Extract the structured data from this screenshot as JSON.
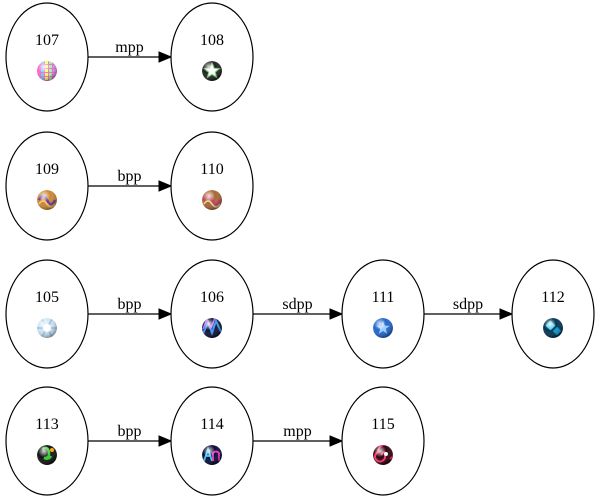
{
  "nodes": [
    {
      "id": "n107",
      "label": "107",
      "icon": "rainbow-grid-orb-icon",
      "colors": [
        "#ff66cc",
        "#66ccff",
        "#ffff66"
      ]
    },
    {
      "id": "n108",
      "label": "108",
      "icon": "starburst-orb-icon",
      "colors": [
        "#222222",
        "#ffffff",
        "#66cc66"
      ]
    },
    {
      "id": "n109",
      "label": "109",
      "icon": "golden-swirl-orb-icon",
      "colors": [
        "#cc8833",
        "#6633aa",
        "#ffcc66"
      ]
    },
    {
      "id": "n110",
      "label": "110",
      "icon": "marble-swirl-orb-icon",
      "colors": [
        "#aa6633",
        "#cc3366",
        "#eeddaa"
      ]
    },
    {
      "id": "n105",
      "label": "105",
      "icon": "pale-crystal-orb-icon",
      "colors": [
        "#cce6f5",
        "#ffffff",
        "#99bbdd"
      ]
    },
    {
      "id": "n106",
      "label": "106",
      "icon": "zigzag-orb-icon",
      "colors": [
        "#111133",
        "#3399ff",
        "#cc66ff"
      ]
    },
    {
      "id": "n111",
      "label": "111",
      "icon": "blue-star-orb-icon",
      "colors": [
        "#2266cc",
        "#99ccff",
        "#ffffff"
      ]
    },
    {
      "id": "n112",
      "label": "112",
      "icon": "cyan-tile-orb-icon",
      "colors": [
        "#003355",
        "#33ccee",
        "#0099cc"
      ]
    },
    {
      "id": "n113",
      "label": "113",
      "icon": "green-glyph-orb-icon",
      "colors": [
        "#111111",
        "#33cc33",
        "#ffaa00"
      ]
    },
    {
      "id": "n114",
      "label": "114",
      "icon": "neon-letters-orb-icon",
      "colors": [
        "#0a0a33",
        "#33ccff",
        "#ff33cc"
      ]
    },
    {
      "id": "n115",
      "label": "115",
      "icon": "red-spiral-orb-icon",
      "colors": [
        "#330011",
        "#ff3366",
        "#ffffff"
      ]
    }
  ],
  "edges": [
    {
      "from": "n107",
      "to": "n108",
      "label": "mpp"
    },
    {
      "from": "n109",
      "to": "n110",
      "label": "bpp"
    },
    {
      "from": "n105",
      "to": "n106",
      "label": "bpp"
    },
    {
      "from": "n106",
      "to": "n111",
      "label": "sdpp"
    },
    {
      "from": "n111",
      "to": "n112",
      "label": "sdpp"
    },
    {
      "from": "n113",
      "to": "n114",
      "label": "bpp"
    },
    {
      "from": "n114",
      "to": "n115",
      "label": "mpp"
    }
  ]
}
